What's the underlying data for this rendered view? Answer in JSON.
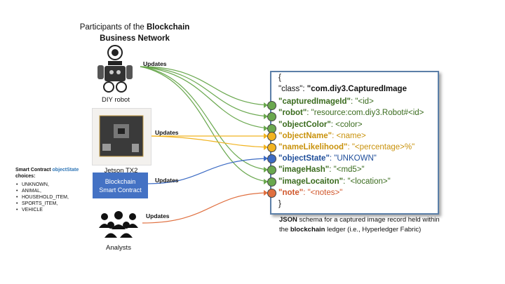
{
  "title": {
    "line1_prefix": "Participants of the ",
    "line1_bold": "Blockchain",
    "line2_bold": "Business Network"
  },
  "participants": [
    {
      "id": "robot",
      "label": "DIY robot",
      "updates": "Updates"
    },
    {
      "id": "jetson",
      "label": "Jetson TX2",
      "updates": "Updates"
    },
    {
      "id": "contract",
      "label_line1": "Blockchain",
      "label_line2": "Smart Contract",
      "updates": "Updates"
    },
    {
      "id": "analysts",
      "label": "Analysts",
      "updates": "Updates"
    }
  ],
  "smart_contract": {
    "prefix": "Smart Contract ",
    "highlight": "objectState",
    "suffix": "choices:",
    "choices": [
      "UNKNOWN,",
      "ANIMAL,",
      "HOUSEHOLD_ITEM,",
      "SPORTS_ITEM,",
      "VEHICLE"
    ]
  },
  "json_schema": {
    "open": "{",
    "class_key": "\"class\": ",
    "class_value": "\"com.diy3.CapturedImage",
    "fields": [
      {
        "key": "\"capturedImageId\"",
        "value": ": \"<id>",
        "color": "green"
      },
      {
        "key": "\"robot\"",
        "value": ": \"resource:com.diy3.Robot#<id>",
        "color": "green"
      },
      {
        "key": "\"objectColor\"",
        "value": ": <color>",
        "color": "green"
      },
      {
        "key": "\"objectName\"",
        "value": ": <name>",
        "color": "orange"
      },
      {
        "key": "\"nameLikelihood\"",
        "value": ": \"<percentage>%\"",
        "color": "orange"
      },
      {
        "key": "\"objectState\"",
        "value": ": \"UNKOWN\"",
        "color": "blue"
      },
      {
        "key": "\"imageHash\"",
        "value": ": \"<md5>\"",
        "color": "green"
      },
      {
        "key": "\"imageLocaiton\"",
        "value": ": \"<location>\"",
        "color": "green"
      },
      {
        "key": "\"note\"",
        "value": ": \"<notes>\"",
        "color": "red"
      }
    ],
    "close": "}"
  },
  "caption": {
    "bold1": "JSON",
    "text1": " schema for a captured image record held within the ",
    "bold2": "blockchain",
    "text2": " ledger (i.e., Hyperledger Fabric)"
  },
  "colors": {
    "green": "#6aa84f",
    "orange": "#f1b320",
    "blue": "#3c6bc4",
    "red": "#e07040"
  }
}
